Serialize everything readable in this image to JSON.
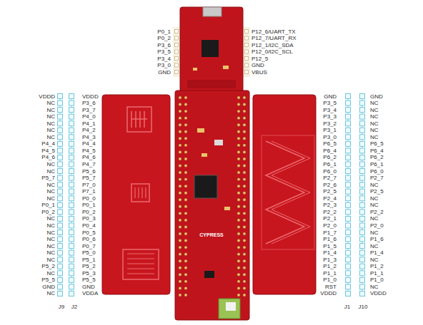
{
  "diagram": {
    "labels": [
      "P0_1",
      "P0_2",
      "P3_6",
      "P3_5",
      "P3_4",
      "P3_0",
      "GND",
      "P12_6/UART_TX",
      "P12_7/UART_RX",
      "P12_1/I2C_SDA",
      "P12_0/I2C_SCL",
      "P12_5",
      "GND",
      "VBUS",
      "VDDD",
      "NC",
      "NC",
      "NC",
      "NC",
      "NC",
      "NC",
      "P4_4",
      "P4_5",
      "P4_6",
      "NC",
      "NC",
      "P5_7",
      "NC",
      "NC",
      "NC",
      "P0_1",
      "P0_2",
      "NC",
      "NC",
      "NC",
      "NC",
      "NC",
      "NC",
      "NC",
      "P5_2",
      "NC",
      "P5_5",
      "GND",
      "NC",
      "VDDD",
      "P3_6",
      "P3_7",
      "P4_0",
      "P4_1",
      "P4_2",
      "P4_3",
      "P4_4",
      "P4_5",
      "P4_6",
      "P4_7",
      "P5_6",
      "P5_7",
      "P7_0",
      "P7_1",
      "P0_0",
      "P0_1",
      "P0_2",
      "P0_3",
      "P0_4",
      "P0_5",
      "P0_6",
      "P0_7",
      "P5_0",
      "P5_1",
      "P5_2",
      "P5_3",
      "P5_5",
      "GND",
      "VDDA",
      "J9",
      "J2",
      "GND",
      "P3_5",
      "P3_4",
      "P3_3",
      "P3_2",
      "P3_1",
      "P3_0",
      "P6_5",
      "P6_4",
      "P6_2",
      "P6_1",
      "P6_0",
      "P2_7",
      "P2_6",
      "P2_5",
      "P2_4",
      "P2_3",
      "P2_2",
      "P2_1",
      "P2_0",
      "P1_7",
      "P1_6",
      "P1_5",
      "P1_4",
      "P1_3",
      "P1_2",
      "P1_1",
      "P1_0",
      "RST",
      "VDDD",
      "GND",
      "NC",
      "NC",
      "NC",
      "NC",
      "NC",
      "NC",
      "P6_5",
      "P6_4",
      "P6_2",
      "P6_1",
      "P6_0",
      "P2_7",
      "NC",
      "P2_5",
      "NC",
      "NC",
      "P2_2",
      "NC",
      "P2_0",
      "NC",
      "P1_6",
      "NC",
      "P1_4",
      "NC",
      "P1_2",
      "P1_1",
      "P1_0",
      "NC",
      "VDDD",
      "J1",
      "J10",
      "CYPRESS"
    ]
  }
}
